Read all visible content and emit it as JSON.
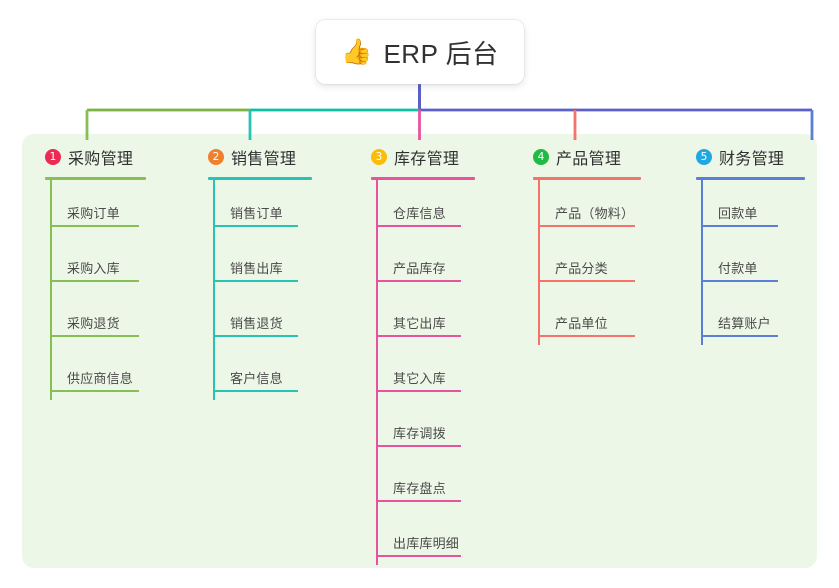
{
  "root": {
    "icon": "thumbs-up-icon",
    "emoji": "👍",
    "title": "ERP 后台"
  },
  "palette": {
    "panel_bg": "#edf7e7",
    "card_bg": "#ffffff",
    "text": "#303133",
    "leaf_text": "#4a4a4a",
    "root_stem": "#5b5fc7"
  },
  "trunk": {
    "segments": [
      {
        "name": "green-segment",
        "color": "#7cb342"
      },
      {
        "name": "teal-segment",
        "color": "#0fbfa4"
      },
      {
        "name": "indigo-segment",
        "color": "#5b5fc7"
      }
    ]
  },
  "columns": [
    {
      "number": "1",
      "title": "采购管理",
      "badge_color": "#ec2b54",
      "line_color": "#86bf53",
      "items": [
        {
          "label": "采购订单"
        },
        {
          "label": "采购入库"
        },
        {
          "label": "采购退货"
        },
        {
          "label": "供应商信息"
        }
      ]
    },
    {
      "number": "2",
      "title": "销售管理",
      "badge_color": "#f0802f",
      "line_color": "#28c3b4",
      "items": [
        {
          "label": "销售订单"
        },
        {
          "label": "销售出库"
        },
        {
          "label": "销售退货"
        },
        {
          "label": "客户信息"
        }
      ]
    },
    {
      "number": "3",
      "title": "库存管理",
      "badge_color": "#fbbd08",
      "line_color": "#e8539e",
      "items": [
        {
          "label": "仓库信息"
        },
        {
          "label": "产品库存"
        },
        {
          "label": "其它出库"
        },
        {
          "label": "其它入库"
        },
        {
          "label": "库存调拨"
        },
        {
          "label": "库存盘点"
        },
        {
          "label": "出库库明细"
        }
      ]
    },
    {
      "number": "4",
      "title": "产品管理",
      "badge_color": "#21ba45",
      "line_color": "#f4746b",
      "items": [
        {
          "label": "产品（物料）"
        },
        {
          "label": "产品分类"
        },
        {
          "label": "产品单位"
        }
      ]
    },
    {
      "number": "5",
      "title": "财务管理",
      "badge_color": "#22a7e0",
      "line_color": "#5b7fd4",
      "items": [
        {
          "label": "回款单"
        },
        {
          "label": "付款单"
        },
        {
          "label": "结算账户"
        }
      ]
    }
  ]
}
